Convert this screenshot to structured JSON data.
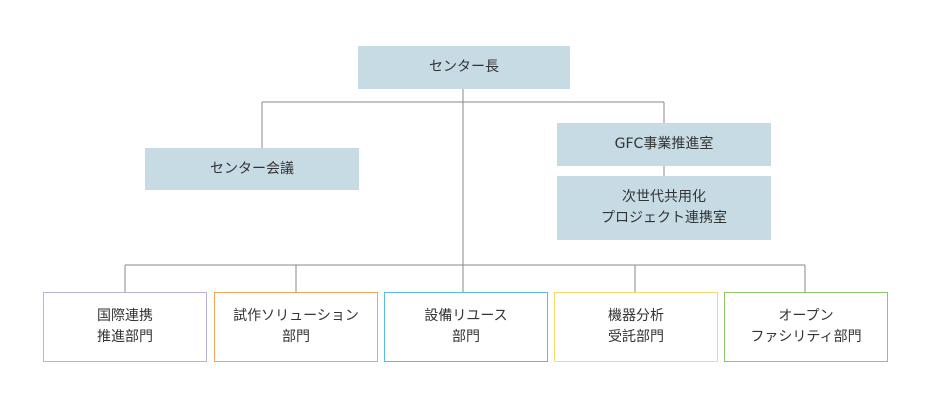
{
  "org": {
    "director": "センター長",
    "council": "センター会議",
    "gfc_office": "GFC事業推進室",
    "next_gen_office": [
      "次世代共用化",
      "プロジェクト連携室"
    ]
  },
  "departments": [
    {
      "lines": [
        "国際連携",
        "推進部門"
      ],
      "border": "#b9b3d6"
    },
    {
      "lines": [
        "試作ソリューション",
        "部門"
      ],
      "border": "#f0a55a"
    },
    {
      "lines": [
        "設備リユース",
        "部門"
      ],
      "border": "#5bbde4"
    },
    {
      "lines": [
        "機器分析",
        "受託部門"
      ],
      "border": "#f3dc68"
    },
    {
      "lines": [
        "オープン",
        "ファシリティ部門"
      ],
      "border": "#8cc86a"
    }
  ],
  "colors": {
    "box_fill": "#c7dbe5",
    "line": "#888888",
    "text": "#333333"
  }
}
